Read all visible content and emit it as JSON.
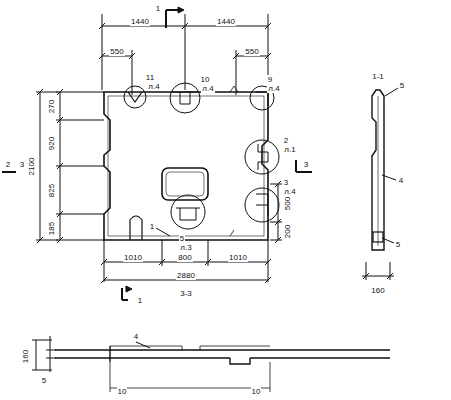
{
  "diagram": {
    "labels": [
      "1",
      "1440",
      "1440",
      "550",
      "550",
      "11",
      "л.4",
      "10",
      "л.4",
      "9",
      "л.4",
      "270",
      "920",
      "2100",
      "825",
      "185",
      "2",
      "3",
      "2",
      "л.1",
      "3",
      "3",
      "л.4",
      "500",
      "200",
      "5",
      "л.3",
      "1",
      "1010",
      "800",
      "1010",
      "2880",
      "1",
      "3-3",
      "1-1",
      "4",
      "5",
      "160",
      "5",
      "5",
      "160",
      "4",
      "10",
      "10"
    ]
  }
}
